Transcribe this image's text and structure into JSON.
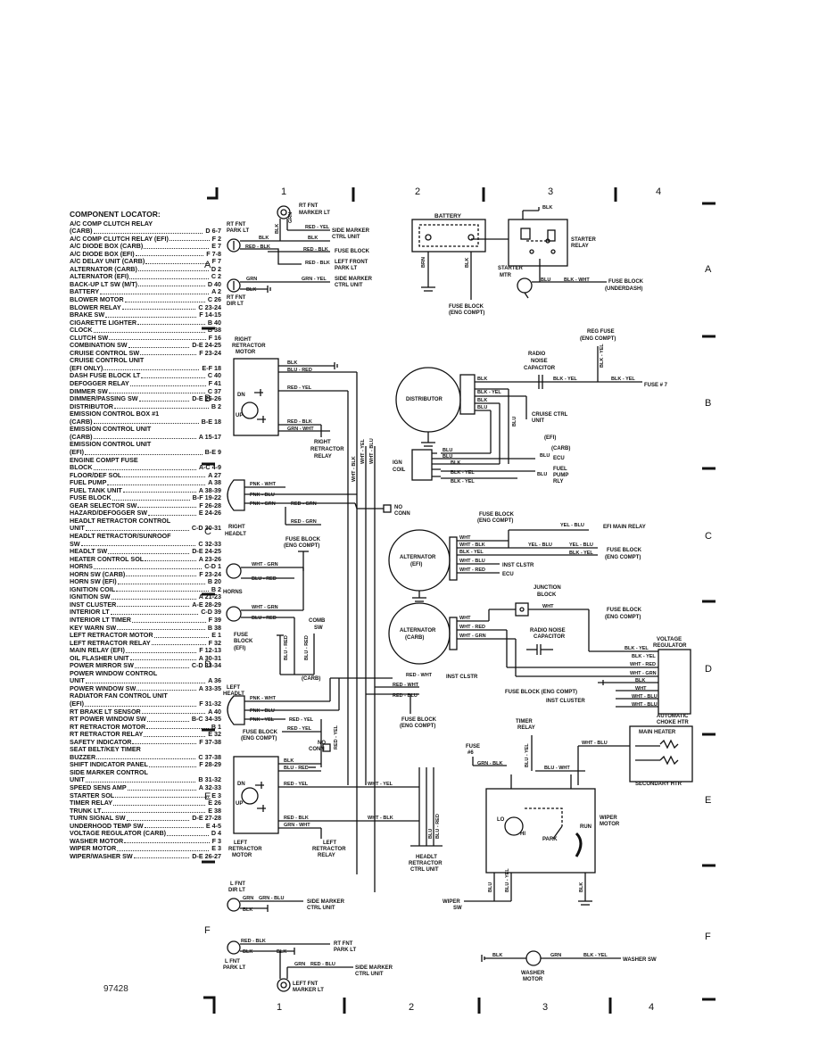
{
  "grid": {
    "columns_top": [
      "1",
      "2",
      "3",
      "4"
    ],
    "columns_bottom": [
      "1",
      "2",
      "3",
      "4"
    ],
    "rows_right": [
      "A",
      "B",
      "C",
      "D",
      "E",
      "F"
    ],
    "rows_left": [
      "A",
      "B",
      "C",
      "D",
      "E",
      "F"
    ]
  },
  "figure_id": "97428",
  "locator": {
    "title": "COMPONENT LOCATOR:",
    "items": [
      {
        "name": "A/C COMP CLUTCH RELAY",
        "ref": ""
      },
      {
        "name": "(CARB)",
        "ref": "D 6-7"
      },
      {
        "name": "A/C COMP CLUTCH RELAY (EFI)",
        "ref": "F 2"
      },
      {
        "name": "A/C DIODE BOX (CARB)",
        "ref": "E 7"
      },
      {
        "name": "A/C DIODE BOX (EFI)",
        "ref": "F 7-8"
      },
      {
        "name": "A/C DELAY UNIT (CARB)",
        "ref": "F 7"
      },
      {
        "name": "ALTERNATOR (CARB)",
        "ref": "D 2"
      },
      {
        "name": "ALTERNATOR (EFI)",
        "ref": "C 2"
      },
      {
        "name": "BACK-UP LT SW (M/T)",
        "ref": "D 40"
      },
      {
        "name": "BATTERY",
        "ref": "A 2"
      },
      {
        "name": "BLOWER MOTOR",
        "ref": "C 26"
      },
      {
        "name": "BLOWER RELAY",
        "ref": "C 23-24"
      },
      {
        "name": "BRAKE SW",
        "ref": "F 14-15"
      },
      {
        "name": "CIGARETTE LIGHTER",
        "ref": "B 40"
      },
      {
        "name": "CLOCK",
        "ref": "B 38"
      },
      {
        "name": "CLUTCH SW",
        "ref": "F 16"
      },
      {
        "name": "COMBINATION SW",
        "ref": "D-E 24-25"
      },
      {
        "name": "CRUISE CONTROL SW",
        "ref": "F 23-24"
      },
      {
        "name": "CRUISE CONTROL UNIT",
        "ref": ""
      },
      {
        "name": "(EFI ONLY)",
        "ref": "E-F 18"
      },
      {
        "name": "DASH FUSE BLOCK LT",
        "ref": "C 40"
      },
      {
        "name": "DEFOGGER RELAY",
        "ref": "F 41"
      },
      {
        "name": "DIMMER SW",
        "ref": "C 37"
      },
      {
        "name": "DIMMER/PASSING SW",
        "ref": "D-E 25-26"
      },
      {
        "name": "DISTRIBUTOR",
        "ref": "B 2"
      },
      {
        "name": "EMISSION CONTROL BOX #1",
        "ref": ""
      },
      {
        "name": "(CARB)",
        "ref": "B-E 18"
      },
      {
        "name": "EMISSION CONTROL UNIT",
        "ref": ""
      },
      {
        "name": "(CARB)",
        "ref": "A 15-17"
      },
      {
        "name": "EMISSION CONTROL UNIT",
        "ref": ""
      },
      {
        "name": "(EFI)",
        "ref": "B-E 9"
      },
      {
        "name": "ENGINE COMPT FUSE",
        "ref": ""
      },
      {
        "name": "BLOCK",
        "ref": "A-C 4-9"
      },
      {
        "name": "FLOOR/DEF SOL",
        "ref": "A 27"
      },
      {
        "name": "FUEL PUMP",
        "ref": "A 38"
      },
      {
        "name": "FUEL TANK UNIT",
        "ref": "A 38-39"
      },
      {
        "name": "FUSE BLOCK",
        "ref": "B-F 19-22"
      },
      {
        "name": "GEAR SELECTOR SW",
        "ref": "F 26-28"
      },
      {
        "name": "HAZARD/DEFOGGER SW",
        "ref": "E 24-26"
      },
      {
        "name": "HEADLT RETRACTOR CONTROL",
        "ref": ""
      },
      {
        "name": "UNIT",
        "ref": "C-D 30-31"
      },
      {
        "name": "HEADLT RETRACTOR/SUNROOF",
        "ref": ""
      },
      {
        "name": "SW",
        "ref": "C 32-33"
      },
      {
        "name": "HEADLT SW",
        "ref": "D-E 24-25"
      },
      {
        "name": "HEATER CONTROL SOL",
        "ref": "A 23-26"
      },
      {
        "name": "HORNS",
        "ref": "C-D 1"
      },
      {
        "name": "HORN SW (CARB)",
        "ref": "F 23-24"
      },
      {
        "name": "HORN SW (EFI)",
        "ref": "B 20"
      },
      {
        "name": "IGNITION COIL",
        "ref": "B 2"
      },
      {
        "name": "IGNITION SW",
        "ref": "A 21-23"
      },
      {
        "name": "INST CLUSTER",
        "ref": "A-E 28-29"
      },
      {
        "name": "INTERIOR LT",
        "ref": "C-D 39"
      },
      {
        "name": "INTERIOR LT TIMER",
        "ref": "F 39"
      },
      {
        "name": "KEY WARN SW",
        "ref": "B 38"
      },
      {
        "name": "LEFT RETRACTOR MOTOR",
        "ref": "E 1"
      },
      {
        "name": "LEFT RETRACTOR RELAY",
        "ref": "F 32"
      },
      {
        "name": "MAIN RELAY (EFI)",
        "ref": "F 12-13"
      },
      {
        "name": "OIL FLASHER UNIT",
        "ref": "A 30-31"
      },
      {
        "name": "POWER MIRROR SW",
        "ref": "C-D 33-34"
      },
      {
        "name": "POWER WINDOW CONTROL",
        "ref": ""
      },
      {
        "name": "UNIT",
        "ref": "A 36"
      },
      {
        "name": "POWER WINDOW SW",
        "ref": "A 33-35"
      },
      {
        "name": "RADIATOR FAN CONTROL UNIT",
        "ref": ""
      },
      {
        "name": "(EFI)",
        "ref": "F 31-32"
      },
      {
        "name": "RT BRAKE LT SENSOR",
        "ref": "A 40"
      },
      {
        "name": "RT POWER WINDOW SW",
        "ref": "B-C 34-35"
      },
      {
        "name": "RT RETRACTOR MOTOR",
        "ref": "B 1"
      },
      {
        "name": "RT RETRACTOR RELAY",
        "ref": "E 32"
      },
      {
        "name": "SAFETY INDICATOR",
        "ref": "F 37-38"
      },
      {
        "name": "SEAT BELT/KEY TIMER",
        "ref": ""
      },
      {
        "name": "BUZZER",
        "ref": "C 37-38"
      },
      {
        "name": "SHIFT INDICATOR PANEL",
        "ref": "F 28-29"
      },
      {
        "name": "SIDE MARKER CONTROL",
        "ref": ""
      },
      {
        "name": "UNIT",
        "ref": "B 31-32"
      },
      {
        "name": "SPEED SENS AMP",
        "ref": "A 32-33"
      },
      {
        "name": "STARTER SOL",
        "ref": "E 3"
      },
      {
        "name": "TIMER RELAY",
        "ref": "E 26"
      },
      {
        "name": "TRUNK LT",
        "ref": "E 38"
      },
      {
        "name": "TURN SIGNAL SW",
        "ref": "D-E 27-28"
      },
      {
        "name": "UNDERHOOD TEMP SW",
        "ref": "E 4-5"
      },
      {
        "name": "VOLTAGE REGULATOR (CARB)",
        "ref": "D 4"
      },
      {
        "name": "WASHER MOTOR",
        "ref": "F 3"
      },
      {
        "name": "WIPER MOTOR",
        "ref": "E 3"
      },
      {
        "name": "WIPER/WASHER SW",
        "ref": "D-E 26-27"
      }
    ]
  },
  "labels": {
    "rt_fnt_marker_lt": [
      "RT FNT",
      "MARKER LT"
    ],
    "rt_fnt_park_lt": [
      "RT FNT",
      "PARK LT"
    ],
    "rt_fnt_dir_lt": [
      "RT FNT",
      "DIR LT"
    ],
    "side_marker_ctrl_unit": [
      "SIDE MARKER",
      "CTRL UNIT"
    ],
    "fuse_block": "FUSE BLOCK",
    "left_front_park_lt": [
      "LEFT FRONT",
      "PARK LT"
    ],
    "battery": "BATTERY",
    "starter_relay": [
      "STARTER",
      "RELAY"
    ],
    "starter_mtr": [
      "STARTER",
      "MTR"
    ],
    "fuse_block_underdash": [
      "FUSE BLOCK",
      "(UNDERDASH)"
    ],
    "fuse_block_eng_compt": [
      "FUSE BLOCK",
      "(ENG COMPT)"
    ],
    "right_retractor_motor": [
      "RIGHT",
      "RETRACTOR",
      "MOTOR"
    ],
    "right_retractor_relay": [
      "RIGHT",
      "RETRACTOR",
      "RELAY"
    ],
    "reg_fuse": [
      "REG FUSE",
      "(ENG COMPT)"
    ],
    "radio_noise_capacitor": [
      "RADIO",
      "NOISE",
      "CAPACITOR"
    ],
    "fuse_7": "FUSE # 7",
    "distributor": "DISTRIBUTOR",
    "cruise_ctrl_unit": [
      "CRUISE CTRL",
      "UNIT"
    ],
    "efi": "(EFI)",
    "carb": "(CARB)",
    "ecu": "ECU",
    "fuel_pump_rly": [
      "FUEL",
      "PUMP",
      "RLY"
    ],
    "ign_coil": [
      "IGN",
      "COIL"
    ],
    "no_conn": [
      "NO",
      "CONN"
    ],
    "right_headlt": [
      "RIGHT",
      "HEADLT"
    ],
    "efi_main_relay": "EFI MAIN RELAY",
    "alternator_efi": [
      "ALTERNATOR",
      "(EFI)"
    ],
    "alternator_carb": [
      "ALTERNATOR",
      "(CARB)"
    ],
    "inst_clstr": "INST CLSTR",
    "horns": "HORNS",
    "junction_block": [
      "JUNCTION",
      "BLOCK"
    ],
    "radio_noise_capacitor2": [
      "RADIO NOISE",
      "CAPACITOR"
    ],
    "voltage_regulator": [
      "VOLTAGE",
      "REGULATOR"
    ],
    "comb_sw": [
      "COMB",
      "SW"
    ],
    "fuse_block_efi": [
      "FUSE",
      "BLOCK",
      "(EFI)"
    ],
    "left_headlt": [
      "LEFT",
      "HEADLT"
    ],
    "inst_cluster": "INST CLUSTER",
    "automatic_choke_htr": [
      "AUTOMATIC",
      "CHOKE HTR"
    ],
    "main_heater": "MAIN HEATER",
    "secondary_htr": "SECONDARY HTR",
    "timer_relay": [
      "TIMER",
      "RELAY"
    ],
    "fuse_6": [
      "FUSE",
      "#6"
    ],
    "fuse_block_eng_compt_inline": "FUSE BLOCK (ENG COMPT)",
    "left_retractor_motor": [
      "LEFT",
      "RETRACTOR",
      "MOTOR"
    ],
    "left_retractor_relay": [
      "LEFT",
      "RETRACTOR",
      "RELAY"
    ],
    "headlt_retractor_ctrl_unit": [
      "HEADLT",
      "RETRACTOR",
      "CTRL UNIT"
    ],
    "wiper_motor": [
      "WIPER",
      "MOTOR"
    ],
    "lo": "LO",
    "hi": "HI",
    "park": "PARK",
    "run": "RUN",
    "wiper_sw": [
      "WIPER",
      "SW"
    ],
    "l_fnt_dir_lt": [
      "L FNT",
      "DIR LT"
    ],
    "l_fnt_park_lt": [
      "L FNT",
      "PARK LT"
    ],
    "left_fnt_marker_lt": [
      "LEFT FNT",
      "MARKER LT"
    ],
    "washer_motor": [
      "WASHER",
      "MOTOR"
    ],
    "washer_sw": "WASHER SW",
    "dn": "DN",
    "up": "UP"
  },
  "wires": {
    "blk": "BLK",
    "red_yel": "RED - YEL",
    "red_blk": "RED - BLK",
    "grn": "GRN",
    "grn_yel": "GRN - YEL",
    "blu": "BLU",
    "blu_red": "BLU - RED",
    "brn": "BRN",
    "blk_wht": "BLK - WHT",
    "blk_yel": "BLK - YEL",
    "blk_red": "BLK - RED",
    "grn_wht": "GRN - WHT",
    "wht_yel": "WHT - YEL",
    "wht_blk": "WHT - BLK",
    "wht_red": "WHT - RED",
    "wht_grn": "WHT - GRN",
    "wht_blu": "WHT - BLU",
    "wht": "WHT",
    "yel": "YEL",
    "yel_blu": "YEL - BLU",
    "pnk_wht": "PNK - WHT",
    "pnk_blu": "PNK - BLU",
    "pnk_grn": "PNK - GRN",
    "pnk_yel": "PNK - YEL",
    "red_grn": "RED - GRN",
    "red_wht": "RED - WHT",
    "red_blu": "RED - BLU",
    "wht_grn2": "WHT - GRN",
    "blu_yel": "BLU - YEL",
    "blu_wht": "BLU - WHT",
    "grn_blk": "GRN - BLK",
    "grn_blu": "GRN - BLU",
    "blk_yel2": "BLK - YEL"
  }
}
